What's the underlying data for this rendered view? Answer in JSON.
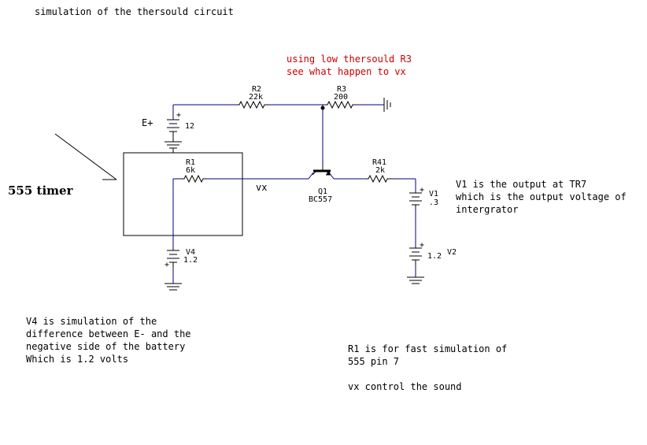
{
  "title": "simulation of the thersould circuit",
  "annotation_red": [
    "using low thersould R3",
    "see what happen to vx"
  ],
  "box_label": "555 timer",
  "supply": {
    "label": "E+",
    "value": "12"
  },
  "components": {
    "r2": {
      "name": "R2",
      "value": "22k"
    },
    "r3": {
      "name": "R3",
      "value": "200"
    },
    "r1": {
      "name": "R1",
      "value": "6k"
    },
    "r41": {
      "name": "R41",
      "value": "2k"
    },
    "q1": {
      "name": "Q1",
      "value": "BC557"
    },
    "v1": {
      "name": "V1",
      "value": ".3"
    },
    "v2": {
      "name": "V2",
      "value": "1.2"
    },
    "v4": {
      "name": "V4",
      "value": "1.2"
    }
  },
  "net_label_vx": "vx",
  "polarity_mark": "+",
  "notes": {
    "v1": [
      "V1 is the output at TR7",
      "which is the output voltage of",
      "intergrator"
    ],
    "v4": [
      "V4  is simulation of the",
      "difference between E- and the",
      "negative side of the battery",
      "Which is 1.2 volts"
    ],
    "r1": [
      "R1 is for fast simulation of",
      "555 pin 7"
    ],
    "vx": "vx control the sound"
  },
  "colors": {
    "wire": "#000080",
    "text": "#000000",
    "annotation": "#cc0000",
    "box": "#000000"
  }
}
